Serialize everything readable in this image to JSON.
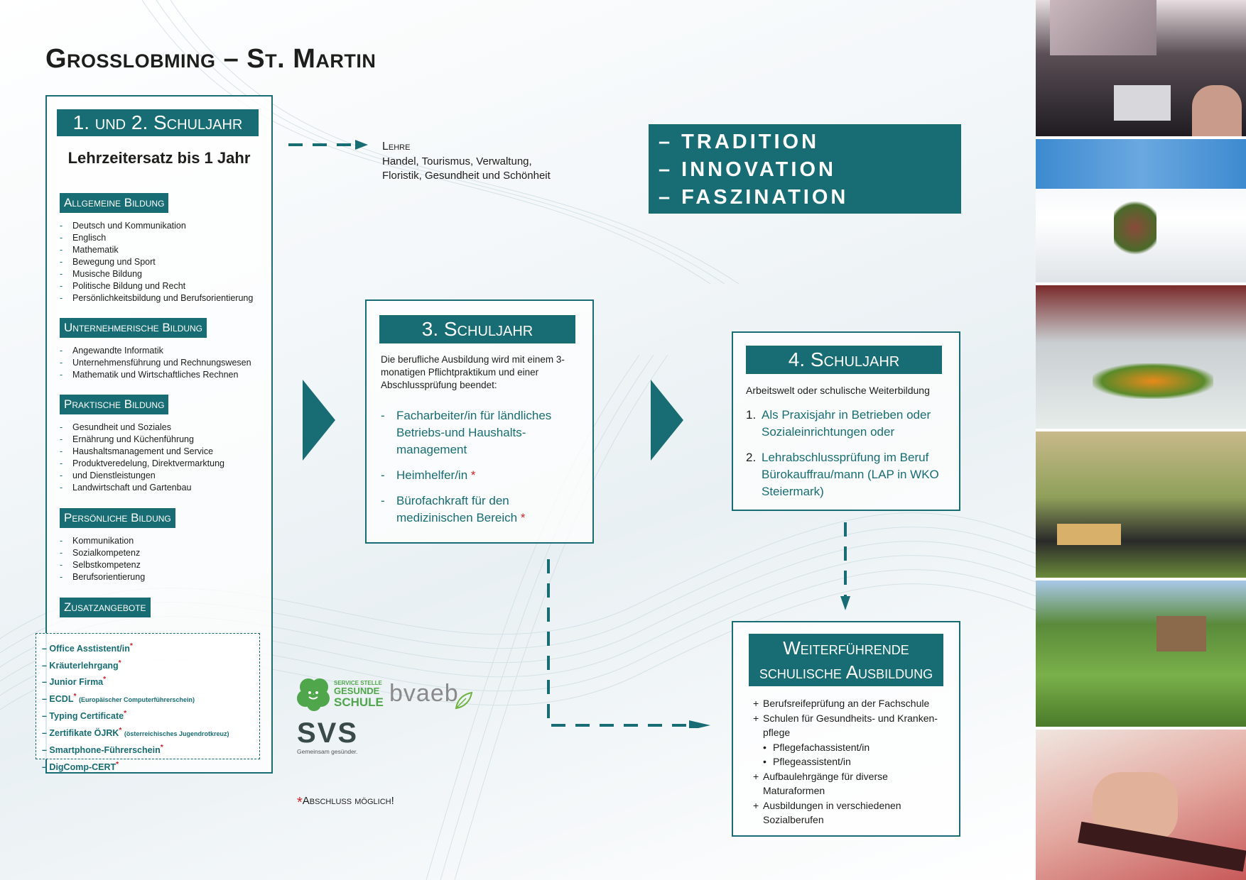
{
  "title": "Grosslobming – St. Martin",
  "year12": {
    "label": "1. und 2. Schuljahr",
    "subtitle": "Lehrzeitersatz bis 1 Jahr",
    "sections": [
      {
        "label": "Allgemeine Bildung",
        "items": [
          "Deutsch und Kommunikation",
          "Englisch",
          "Mathematik",
          "Bewegung und Sport",
          "Musische Bildung",
          "Politische Bildung und Recht",
          "Persönlichkeitsbildung und Berufsorientierung"
        ]
      },
      {
        "label": "Unternehmerische Bildung",
        "items": [
          "Angewandte Informatik",
          "Unternehmensführung und Rechnungswesen",
          "Mathematik und Wirtschaftliches Rechnen"
        ]
      },
      {
        "label": "Praktische Bildung",
        "items": [
          "Gesundheit und Soziales",
          "Ernährung und Küchenführung",
          "Haushaltsmanagement und Service",
          "Produktveredelung, Direktvermarktung",
          "und Dienstleistungen",
          "Landwirtschaft und Gartenbau"
        ]
      },
      {
        "label": "Persönliche Bildung",
        "items": [
          "Kommunikation",
          "Sozialkompetenz",
          "Selbstkompetenz",
          "Berufsorientierung"
        ]
      }
    ],
    "extras_label": "Zusatzangebote",
    "extras": [
      {
        "text": "– Office Asstistent/in",
        "star": "*",
        "note": ""
      },
      {
        "text": "– Kräuterlehrgang",
        "star": "*",
        "note": ""
      },
      {
        "text": "– Junior Firma",
        "star": "*",
        "note": ""
      },
      {
        "text": "– ECDL",
        "star": "*",
        "note": "(Europäischer Computerführerschein)"
      },
      {
        "text": "– Typing Certificate",
        "star": "*",
        "note": ""
      },
      {
        "text": "– Zertifikate ÖJRK",
        "star": "*",
        "note": "(österreichisches Jugendrotkreuz)"
      },
      {
        "text": "– Smartphone-Führerschein",
        "star": "*",
        "note": ""
      },
      {
        "text": "– DigComp-CERT",
        "star": "*",
        "note": ""
      }
    ]
  },
  "lehre": {
    "heading": "Lehre",
    "line1": "Handel, Tourismus, Verwaltung,",
    "line2": "Floristik, Gesundheit und Schönheit"
  },
  "motto": [
    "– TRADITION",
    "– INNOVATION",
    "– FASZINATION"
  ],
  "year3": {
    "label": "3. Schuljahr",
    "intro": "Die berufliche Ausbildung wird mit einem 3-monatigen Pflichtpraktikum und einer Abschlussprüfung beendet:",
    "items": [
      {
        "text": "Facharbeiter/in für ländliches Betriebs-und Haushalts-management",
        "star": ""
      },
      {
        "text": "Heimhelfer/in",
        "star": "*"
      },
      {
        "text": "Bürofachkraft für den medizinischen Bereich",
        "star": "*"
      }
    ]
  },
  "year4": {
    "label": "4. Schuljahr",
    "intro": "Arbeitswelt oder schulische Weiterbildung",
    "items": [
      {
        "num": "1.",
        "text": "Als Praxisjahr in Betrieben oder Sozialeinrichtungen oder"
      },
      {
        "num": "2.",
        "text": "Lehrabschlussprüfung im Beruf Bürokauffrau/mann (LAP in WKO Steiermark)"
      }
    ]
  },
  "further": {
    "label_line1": "Weiterführende",
    "label_line2": "schulische Ausbildung",
    "items": [
      {
        "bullet": "+",
        "text": "Berufsreifeprüfung an der Fachschule",
        "indent": false
      },
      {
        "bullet": "+",
        "text": "Schulen für Gesundheits- und Kranken-pflege",
        "indent": false
      },
      {
        "bullet": "•",
        "text": "Pflegefachassistent/in",
        "indent": true
      },
      {
        "bullet": "•",
        "text": "Pflegeassistent/in",
        "indent": true
      },
      {
        "bullet": "+",
        "text": "Aufbaulehrgänge für diverse Maturaformen",
        "indent": false
      },
      {
        "bullet": "+",
        "text": "Ausbildungen in verschiedenen Sozialberufen",
        "indent": false
      }
    ]
  },
  "logos": {
    "gesunde_top": "SERVICE STELLE",
    "gesunde_mid": "GESUNDE",
    "gesunde_bottom": "SCHULE",
    "bvaeb": "bvaeb",
    "svs": "SVS",
    "svs_tag": "Gemeinsam gesünder."
  },
  "footnote": {
    "star": "*",
    "text": "Abschluss möglich!"
  },
  "colors": {
    "teal": "#176d73",
    "star": "#d4202a"
  }
}
